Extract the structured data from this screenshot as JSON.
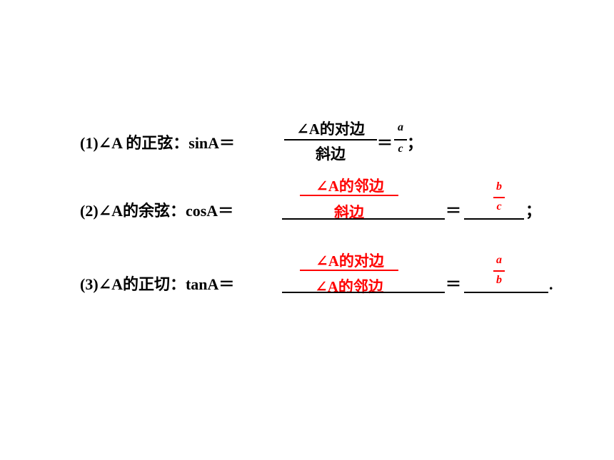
{
  "line1": {
    "label": "(1)∠A 的正弦：sinA＝",
    "frac1_num": "∠A的对边",
    "frac1_den": "斜边",
    "eq": "＝",
    "frac2_num": "a",
    "frac2_den": "c",
    "end": "；"
  },
  "line2": {
    "label": "(2)∠A的余弦：cosA＝",
    "ans1_num": "∠A的邻边",
    "ans1_den": "斜边",
    "eq": "＝",
    "ans2_num": "b",
    "ans2_den": "c",
    "end": "；"
  },
  "line3": {
    "label": "(3)∠A的正切：tanA＝",
    "ans1_num": "∠A的对边",
    "ans1_den": "∠A的邻边",
    "eq": "＝",
    "ans2_num": "a",
    "ans2_den": "b",
    "end": "."
  },
  "colors": {
    "text": "#000000",
    "answer": "#ff0000"
  }
}
